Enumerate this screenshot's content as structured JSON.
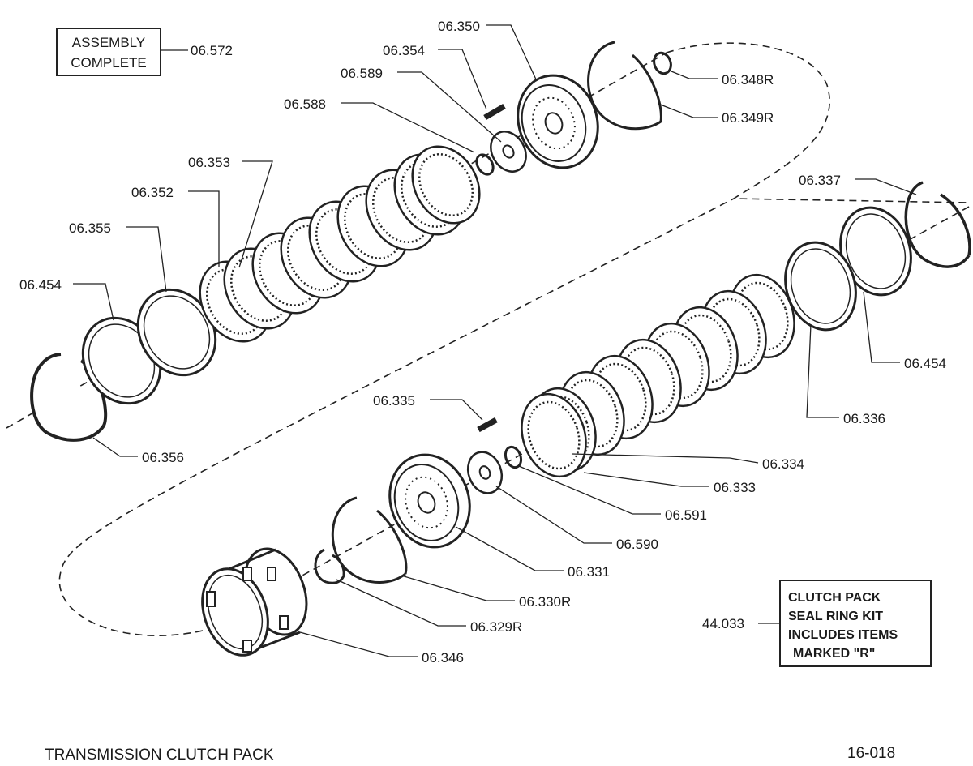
{
  "assembly_box": {
    "line1": "ASSEMBLY",
    "line2": "COMPLETE",
    "part_number": "06.572"
  },
  "kit_box": {
    "lines": [
      "CLUTCH PACK",
      "SEAL RING KIT",
      "INCLUDES ITEMS",
      "MARKED \"R\""
    ],
    "part_number": "44.033"
  },
  "part_labels": {
    "p06_350": "06.350",
    "p06_354": "06.354",
    "p06_589": "06.589",
    "p06_588": "06.588",
    "p06_353": "06.353",
    "p06_352": "06.352",
    "p06_355": "06.355",
    "p06_454_left": "06.454",
    "p06_356": "06.356",
    "p06_348R": "06.348R",
    "p06_349R": "06.349R",
    "p06_337": "06.337",
    "p06_454_right": "06.454",
    "p06_336": "06.336",
    "p06_335": "06.335",
    "p06_334": "06.334",
    "p06_333": "06.333",
    "p06_591": "06.591",
    "p06_590": "06.590",
    "p06_331": "06.331",
    "p06_330R": "06.330R",
    "p06_329R": "06.329R",
    "p06_346": "06.346"
  },
  "footer": {
    "title": "TRANSMISSION  CLUTCH  PACK",
    "page_code": "16-018"
  }
}
